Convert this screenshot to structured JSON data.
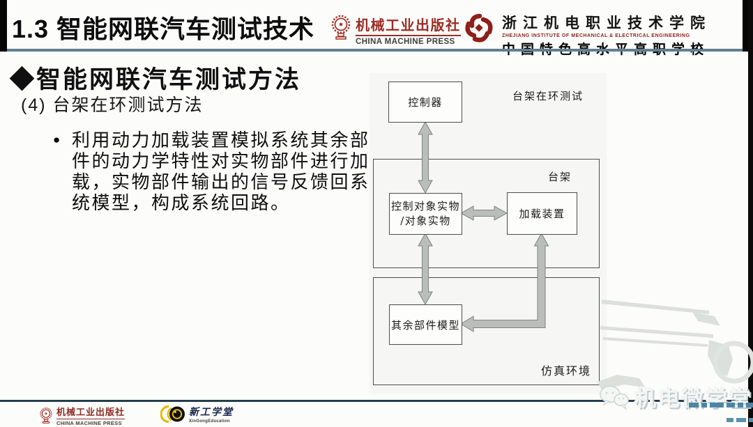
{
  "header": {
    "title": "1.3 智能网联汽车测试技术",
    "press": {
      "name_cn": "机械工业出版社",
      "name_en": "CHINA MACHINE PRESS"
    },
    "school": {
      "name_cn": "浙江机电职业技术学院",
      "name_en": "ZHEJIANG INSTITUTE OF MECHANICAL & ELECTRICAL ENGINEERING",
      "tagline": "中国特色高水平高职学校"
    }
  },
  "content": {
    "section_title": "◆智能网联汽车测试方法",
    "item_title": "(4) 台架在环测试方法",
    "bullet_marker": "●",
    "bullet_text": "利用动力加载装置模拟系统其余部\n件的动力学特性对实物部件进行加\n载，实物部件输出的信号反馈回系\n统模型，构成系统回路。"
  },
  "diagram": {
    "caption": "台架在环测试",
    "controller": "控制器",
    "bench_label": "台架",
    "plant": "控制对象实物\n/对象实物",
    "loader": "加载装置",
    "model": "其余部件模型",
    "sim_label": "仿真环境"
  },
  "watermark": {
    "brand": "机电微学堂"
  },
  "footer": {
    "press": {
      "name_cn": "机械工业出版社",
      "name_en": "CHINA MACHINE PRESS"
    },
    "xingong": {
      "name_cn": "新工学堂",
      "name_en": "XinGongEducation"
    }
  },
  "colors": {
    "press_red": "#9c2d24",
    "school_red": "#8a241c",
    "header_rule": "#5f8090",
    "footer_rule": "#243f4d",
    "arrow_fill": "#babeba",
    "arrow_stroke": "#7d827d",
    "xingong_yellow": "#e8b800",
    "dash_blue": "#4b86a6"
  }
}
